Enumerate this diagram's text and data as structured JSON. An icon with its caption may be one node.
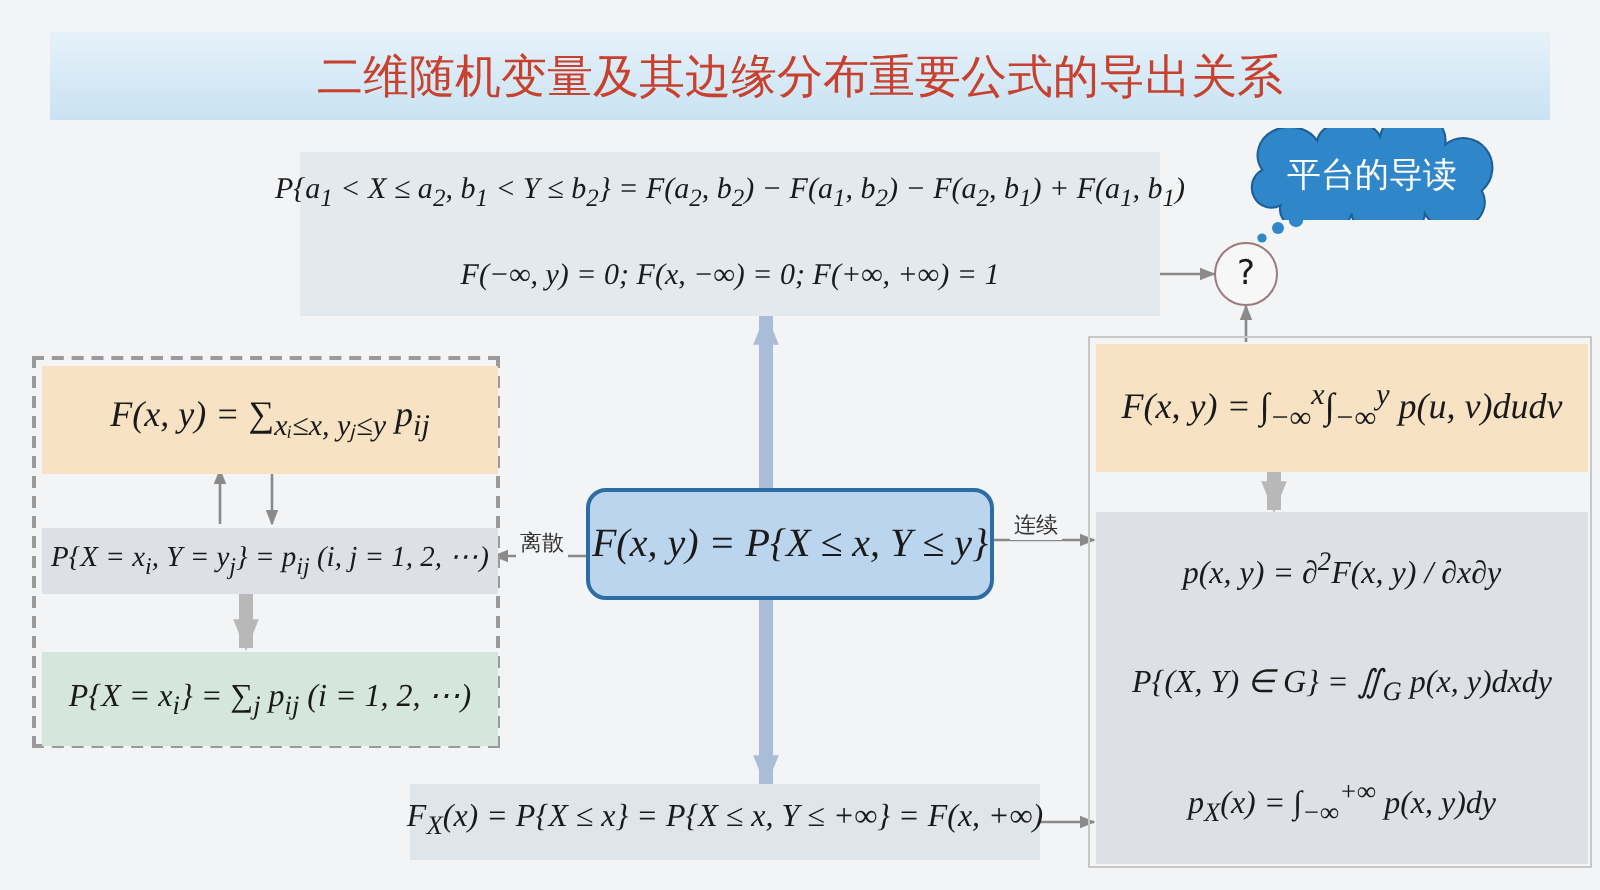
{
  "diagram": {
    "title": "二维随机变量及其边缘分布重要公式的导出关系",
    "nodes": [
      {
        "text": [
          "P{a$_{1}$ < X ≤ a$_{2}$, b$_{1}$ < Y ≤ b$_{2}$} = F(a$_{2}$, b$_{2}$) − F(a$_{1}$, b$_{2}$) − F(a$_{2}$, b$_{1}$) + F(a$_{1}$, b$_{1}$)",
          "F(−∞, y) = 0;  F(x, −∞) = 0;  F(+∞, +∞) = 1"
        ]
      },
      {
        "text": [
          "?"
        ]
      },
      {
        "text": [
          "平台的导读"
        ]
      },
      {
        "text": [],
        "shape": "box"
      },
      {
        "text": [
          "F(x, y) = ∑$_{xᵢ≤x, yⱼ≤y}$ p$_{ij}$"
        ],
        "in": 3
      },
      {
        "text": [
          "P{X = x$_{i}$, Y = y$_{j}$} = p$_{ij}$ (i, j = 1, 2, ⋯)"
        ],
        "in": 3
      },
      {
        "text": [
          "P{X = x$_{i}$} = ∑$_{j}$ p$_{ij}$ (i = 1, 2, ⋯)"
        ],
        "in": 3
      },
      {
        "text": [
          "F(x, y) = P{X ≤ x, Y ≤ y}"
        ]
      },
      {
        "text": [],
        "shape": "box"
      },
      {
        "text": [
          "F(x, y) = ∫$_{−∞}$$^{x}$∫$_{−∞}$$^{y}$ p(u, v)dudv"
        ],
        "in": 8
      },
      {
        "text": [
          "p(x, y) = ∂$^{2}$F(x, y) / ∂x∂y",
          "P{(X, Y) ∈ G} = ∬$_{G}$ p(x, y)dxdy",
          "p$_{X}$(x) = ∫$_{−∞}$$^{+∞}$ p(x, y)dy"
        ],
        "in": 8
      },
      {
        "text": [
          "F$_{X}$(x) = P{X ≤ x} = P{X ≤ x, Y ≤ +∞} = F(x, +∞)"
        ]
      }
    ],
    "edges": [
      {
        "from": 0,
        "to": 1,
        "arrow": "to"
      },
      {
        "from": 9,
        "to": 1,
        "arrow": "to"
      },
      {
        "from": 7,
        "to": 5,
        "arrow": "to",
        "label": "离散"
      },
      {
        "from": 7,
        "to": 10,
        "arrow": "to",
        "label": "连续"
      },
      {
        "from": 5,
        "to": 4,
        "arrow": "to"
      },
      {
        "from": 4,
        "to": 5,
        "arrow": "to"
      },
      {
        "from": 5,
        "to": 6,
        "arrow": "to",
        "style": "thick",
        "color": "#b8b8b8"
      },
      {
        "from": 9,
        "to": 10,
        "arrow": "to",
        "style": "thick",
        "color": "#b8b8b8"
      },
      {
        "from": 11,
        "to": 10,
        "arrow": "to"
      },
      {
        "from": 7,
        "to": 0,
        "arrow": "to",
        "style": "thick",
        "color": "#a9bdd9"
      },
      {
        "from": 7,
        "to": 11,
        "arrow": "to",
        "style": "thick",
        "color": "#a9bdd9"
      }
    ]
  }
}
